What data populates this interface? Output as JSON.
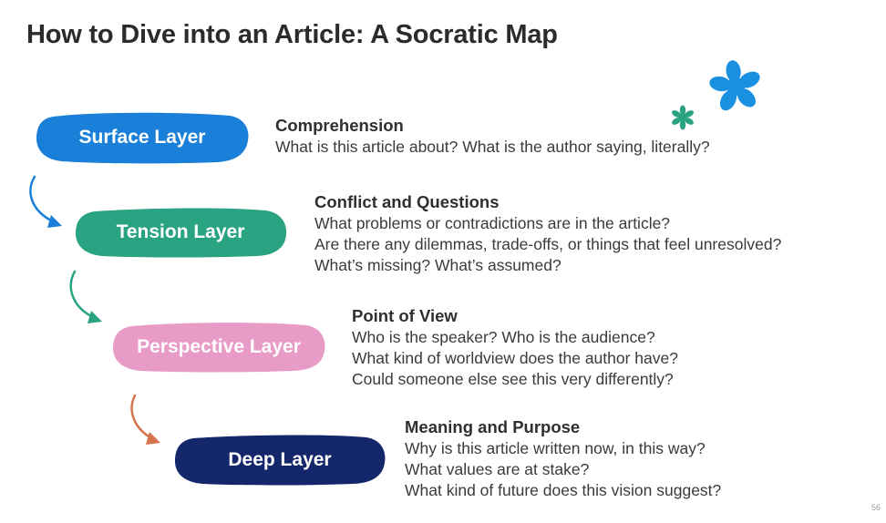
{
  "title": "How to Dive into an Article: A Socratic Map",
  "colors": {
    "surface": "#1a7fd8",
    "tension": "#2aa383",
    "perspective": "#e89bc7",
    "deep": "#15276b",
    "accent_blue": "#1a90e0",
    "accent_green": "#2aa383",
    "arrow_blue": "#1a7fd8",
    "arrow_green": "#2aa383",
    "arrow_orange": "#d7734f"
  },
  "layers": [
    {
      "label": "Surface Layer",
      "heading": "Comprehension",
      "lines": [
        "What is this article about? What is the author saying, literally?"
      ]
    },
    {
      "label": "Tension Layer",
      "heading": "Conflict and Questions",
      "lines": [
        "What problems or contradictions are in the article?",
        "Are there any dilemmas, trade-offs, or things that feel unresolved?",
        "What’s missing? What’s assumed?"
      ]
    },
    {
      "label": "Perspective Layer",
      "heading": "Point of View",
      "lines": [
        "Who is the speaker? Who is the audience?",
        "What kind of worldview does the author have?",
        "Could someone else see this very differently?"
      ]
    },
    {
      "label": "Deep Layer",
      "heading": "Meaning and Purpose",
      "lines": [
        "Why is this article written now, in this way?",
        "What values are at stake?",
        "What kind of future does this vision suggest?"
      ]
    }
  ],
  "page_number": "56"
}
